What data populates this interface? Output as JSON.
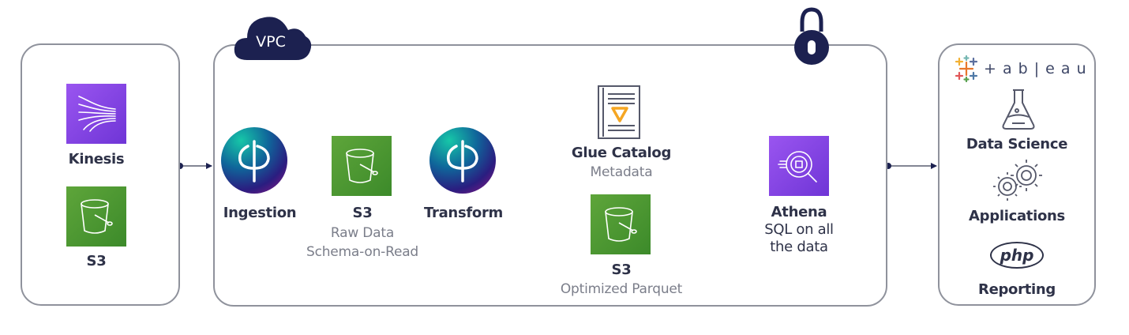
{
  "diagram": {
    "sources": {
      "kinesis": {
        "label": "Kinesis",
        "icon": "kinesis-icon"
      },
      "s3": {
        "label": "S3",
        "icon": "s3-bucket-icon"
      }
    },
    "vpc": {
      "badge": "VPC",
      "lock_icon": "lock-icon",
      "nodes": {
        "ingestion": {
          "label": "Ingestion",
          "icon": "phi-orb-icon"
        },
        "s3_raw": {
          "label": "S3",
          "sub1": "Raw Data",
          "sub2": "Schema-on-Read",
          "icon": "s3-bucket-icon"
        },
        "transform": {
          "label": "Transform",
          "icon": "phi-orb-icon"
        },
        "glue": {
          "label": "Glue Catalog",
          "sub": "Metadata",
          "icon": "glue-catalog-icon"
        },
        "s3_parquet": {
          "label": "S3",
          "sub": "Optimized Parquet",
          "icon": "s3-bucket-icon"
        },
        "athena": {
          "label": "Athena",
          "sub1": "SQL on all",
          "sub2": "the data",
          "icon": "athena-icon"
        }
      }
    },
    "consumers": {
      "tableau": {
        "label": "+ a b | e a u",
        "icon": "tableau-logo-icon"
      },
      "data_science": {
        "label": "Data Science",
        "icon": "flask-icon"
      },
      "applications": {
        "label": "Applications",
        "icon": "gears-icon"
      },
      "reporting": {
        "label": "Reporting",
        "icon": "php-logo-icon",
        "logo_text": "php"
      }
    },
    "colors": {
      "navy": "#1c2150",
      "purple": "#8a4bea",
      "green": "#4a9a32",
      "orange": "#f5a623",
      "border": "#8f929c"
    }
  }
}
